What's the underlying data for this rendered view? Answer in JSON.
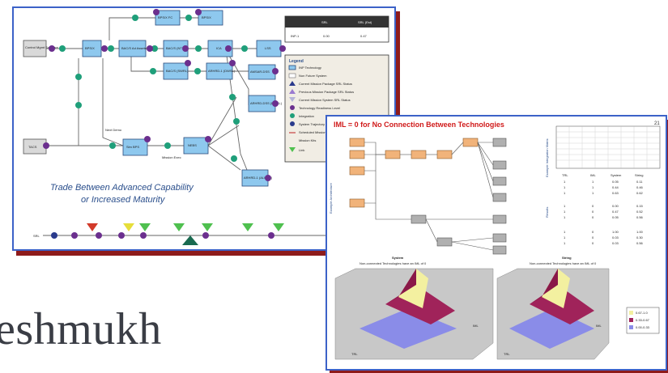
{
  "slide": {
    "title_fragment": "eshmukh"
  },
  "panel_a": {
    "caption_line1": "Trade Between Advanced Capability",
    "caption_line2": "or Increased Maturity",
    "nodes": {
      "control": "Control Mgmt Software",
      "tacs": "TACS",
      "node_a": "BPS/X",
      "node_b": "BAC/S Ad Assets",
      "node_c": "BAC/S (NT1)",
      "node_d": "BAC/S (SWRL)",
      "node_e": "ICA",
      "node_f": "LSS",
      "node_g": "ARHRD-1 (DWSL)",
      "node_h": "BPS/X FC",
      "node_i": "BPS/X",
      "node_j": "AMSAR-DSS",
      "node_k": "ARHRD-DSS (DWSL)",
      "node_l": "ARHRD-1 (ALWAS)",
      "node_m": "Sim BPS",
      "node_n": "NEBS",
      "side1": "Next Demo",
      "side2": "Mission Exec"
    },
    "table": {
      "headers": [
        "",
        "SRL",
        "SRL (Est)"
      ],
      "row_label": "INP-1",
      "row_values": [
        "0.00",
        "0.47"
      ]
    },
    "legend": {
      "title": "Legend",
      "items": [
        "INP Technology",
        "Non Future System",
        "Current Mission Package SRL Status",
        "Previous Mission Package SRL Status",
        "Current Mission System SRL Status",
        "Technology Readiness Level",
        "Integration",
        "System Trajectory",
        "Scheduled Mission",
        "Mission Kits",
        "Link"
      ]
    },
    "timeline": {
      "label": "SRL"
    }
  },
  "panel_b": {
    "title": "IML = 0 for No Connection Between Technologies",
    "page_number": "21",
    "surface_left_title": "System",
    "surface_left_subtitle": "Non-connected Technologies have an IML of 0",
    "surface_right_title": "String",
    "surface_right_subtitle": "Non-connected Technologies have an IML of 0",
    "axis_iml": "IML",
    "axis_trl": "TRL",
    "legend": [
      "0.00-0.33",
      "0.33-0.67",
      "0.67-1.0"
    ],
    "side_label_1": "Example Architecture",
    "side_label_2": "Example Integration Matrix",
    "side_label_3": "Results",
    "results_headers": [
      "TRL",
      "IML",
      "System",
      "String"
    ],
    "results_rows": [
      [
        "1",
        "1",
        "0.05",
        "0.11"
      ],
      [
        "1",
        "1",
        "0.44",
        "0.46"
      ],
      [
        "1",
        "1",
        "0.63",
        "0.62"
      ],
      [
        "1",
        "0",
        "0.00",
        "0.15"
      ],
      [
        "1",
        "0",
        "0.47",
        "0.52"
      ],
      [
        "1",
        "0",
        "0.05",
        "0.56"
      ],
      [
        "1",
        "0",
        "1.00",
        "1.00"
      ],
      [
        "1",
        "0",
        "0.03",
        "0.30"
      ],
      [
        "1",
        "0",
        "0.03",
        "0.56"
      ]
    ]
  },
  "colors": {
    "panel_border": "#3c62c8",
    "panel_shadow": "#8e1b1b",
    "node_fill": "#8ec8ee",
    "badge_green": "#1f9f7a",
    "badge_purple": "#6b2f8e",
    "iml_title": "#d01a1a",
    "surface_yellow": "#f3f0a0",
    "surface_magenta": "#a0235a",
    "surface_blue": "#8a8ce8"
  }
}
